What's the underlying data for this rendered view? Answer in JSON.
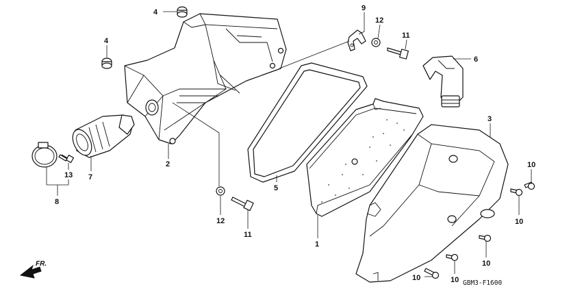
{
  "labels": [
    {
      "id": "l4a",
      "text": "4"
    },
    {
      "id": "l4b",
      "text": "4"
    },
    {
      "id": "l9",
      "text": "9"
    },
    {
      "id": "l12a",
      "text": "12"
    },
    {
      "id": "l11a",
      "text": "11"
    },
    {
      "id": "l6",
      "text": "6"
    },
    {
      "id": "l3",
      "text": "3"
    },
    {
      "id": "l2",
      "text": "2"
    },
    {
      "id": "l7",
      "text": "7"
    },
    {
      "id": "l13",
      "text": "13"
    },
    {
      "id": "l8",
      "text": "8"
    },
    {
      "id": "l5",
      "text": "5"
    },
    {
      "id": "l12b",
      "text": "12"
    },
    {
      "id": "l11b",
      "text": "11"
    },
    {
      "id": "l1",
      "text": "1"
    },
    {
      "id": "l10a",
      "text": "10"
    },
    {
      "id": "l10b",
      "text": "10"
    },
    {
      "id": "l10c",
      "text": "10"
    },
    {
      "id": "l10d",
      "text": "10"
    },
    {
      "id": "l10e",
      "text": "10"
    }
  ],
  "direction_label": "FR.",
  "diagram_code": "GBM3-F1600"
}
